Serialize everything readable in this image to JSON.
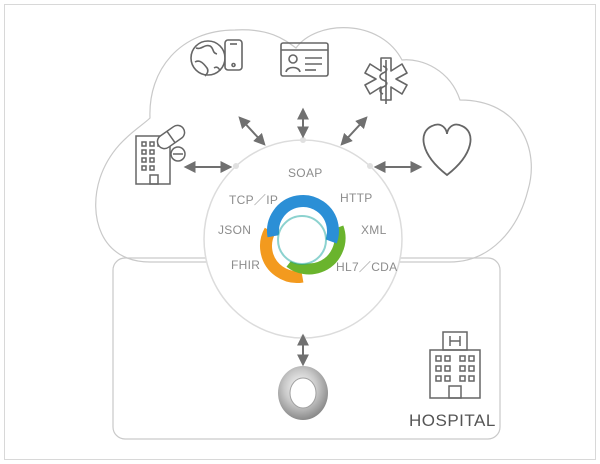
{
  "protocols": {
    "soap": "SOAP",
    "tcpip": "TCP／IP",
    "http": "HTTP",
    "json": "JSON",
    "xml": "XML",
    "fhir": "FHIR",
    "hl7": "HL7／CDA"
  },
  "hospital": {
    "label": "HOSPITAL"
  },
  "icons": [
    "globe-phone-icon",
    "id-card-icon",
    "medical-star-icon",
    "heart-icon",
    "building-pills-icon",
    "hospital-building-icon",
    "gateway-ring-icon"
  ],
  "colors": {
    "line": "#b5b5b5",
    "arrow": "#707070",
    "text": "#8c8c8c",
    "ring_blue": "#2b8fd6",
    "ring_green": "#6ab42d",
    "ring_orange": "#f39a1e",
    "ring_teal": "#1aa6a0"
  }
}
